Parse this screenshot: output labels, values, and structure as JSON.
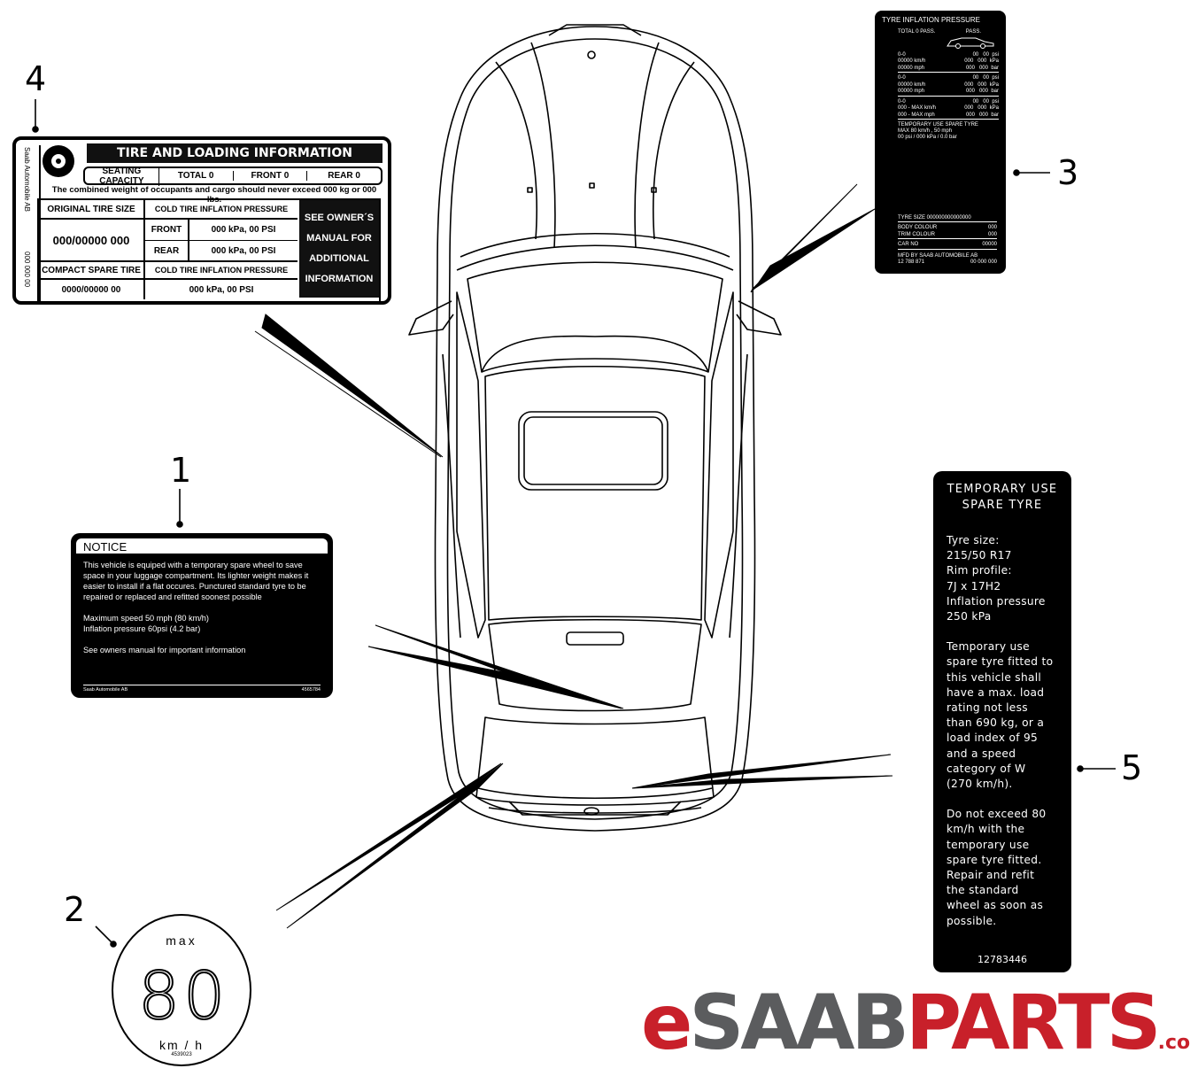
{
  "callouts": {
    "c1": "1",
    "c2": "2",
    "c3": "3",
    "c4": "4",
    "c5": "5"
  },
  "label4": {
    "side_text_top": "Saab Automobile AB",
    "side_text_bottom": "000 000 00",
    "title": "TIRE AND LOADING INFORMATION",
    "seating": [
      "SEATING CAPACITY",
      "TOTAL 0",
      "FRONT 0",
      "REAR 0"
    ],
    "warning": "The combined weight of occupants and cargo should never exceed 000 kg or 000 lbs.",
    "original_tire_size": "ORIGINAL TIRE SIZE",
    "cold_pressure": "COLD TIRE INFLATION PRESSURE",
    "size_value": "000/00000 000",
    "front": "FRONT",
    "rear": "REAR",
    "front_value": "000 kPa, 00 PSI",
    "rear_value": "000 kPa, 00 PSI",
    "compact_spare": "COMPACT SPARE TIRE",
    "cold_pressure2": "COLD TIRE INFLATION PRESSURE",
    "spare_size": "0000/00000  00",
    "spare_value": "000 kPa, 00 PSI",
    "owners": [
      "SEE OWNER´S",
      "MANUAL FOR",
      "ADDITIONAL",
      "INFORMATION"
    ]
  },
  "label3": {
    "title": "TYRE INFLATION PRESSURE",
    "total_pass": "TOTAL  0  PASS.",
    "pass": "PASS.",
    "rows": [
      [
        "0-0",
        "00",
        "00",
        "psi"
      ],
      [
        "00000 km/h",
        "000",
        "000",
        "kPa"
      ],
      [
        "00000 mph",
        "000",
        "000",
        "bar"
      ],
      [
        "0-0",
        "00",
        "00",
        "psi"
      ],
      [
        "00000 km/h",
        "000",
        "000",
        "kPa"
      ],
      [
        "00000 mph",
        "000",
        "000",
        "bar"
      ],
      [
        "0-0",
        "00",
        "00",
        "psi"
      ],
      [
        "000 - MAX km/h",
        "000",
        "000",
        "kPa"
      ],
      [
        "000 - MAX mph",
        "000",
        "000",
        "bar"
      ]
    ],
    "spare_title": "TEMPORARY USE SPARE TYRE",
    "spare_line1": "MAX 80 km/h , 50 mph",
    "spare_line2": "00 psi / 000 kPa / 0.0 bar",
    "tyre_size": "TYRE SIZE  000000000000000",
    "body_colour": "BODY COLOUR",
    "body_code": "000",
    "trim_colour": "TRIM COLOUR",
    "trim_code": "000",
    "car_no": "CAR NO",
    "car_code": "00000",
    "mfd": "MFD BY SAAB AUTOMOBILE AB",
    "part": "12 788 871",
    "part_code": "00 000 000"
  },
  "label1": {
    "title": "NOTICE",
    "para1": "This vehicle is equiped with a temporary spare wheel to save space in your luggage compartment. Its lighter weight makes it easier to install if a flat occures. Punctured standard tyre to be repaired or replaced and refitted soonest possible",
    "para2a": "Maximum speed 50 mph (80 km/h)",
    "para2b": "Inflation pressure 60psi (4.2 bar)",
    "para3": "See owners manual for important information",
    "foot_left": "Saab Automobile AB",
    "foot_right": "4565784"
  },
  "label5": {
    "title1": "TEMPORARY USE",
    "title2": "SPARE TYRE",
    "lines": [
      "Tyre size:",
      "215/50 R17",
      "Rim profile:",
      "7J x 17H2",
      "Inflation pressure",
      "250 kPa",
      "",
      "Temporary use",
      "spare tyre fitted to",
      "this vehicle shall",
      "have a max. load",
      "rating not less",
      "than 690 kg, or a",
      "load index of 95",
      "and a speed",
      "category of W",
      "(270 km/h).",
      "",
      "Do not exceed 80",
      "km/h with the",
      "temporary use",
      "spare tyre fitted.",
      "Repair and refit",
      "the standard",
      "wheel as soon as",
      "possible."
    ],
    "code": "12783446"
  },
  "label2": {
    "max": "max",
    "speed": "80",
    "unit": "km / h",
    "code": "4539023"
  },
  "logo": {
    "e": "e",
    "saab": "SAAB",
    "parts": "PARTS",
    "com": ".com"
  },
  "colors": {
    "brand_red": "#c8202a",
    "brand_gray": "#5b5c5e"
  }
}
